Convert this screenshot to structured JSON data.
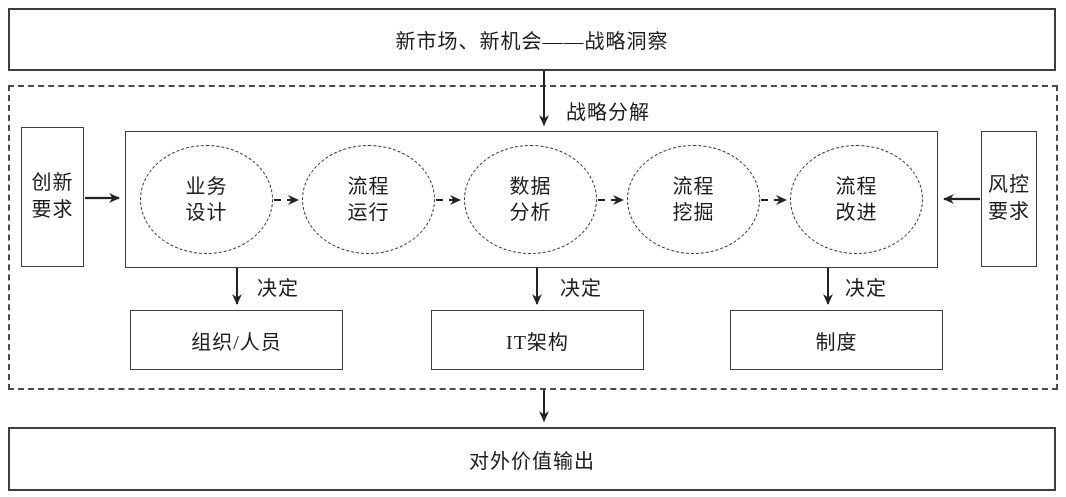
{
  "diagram": {
    "top_box": {
      "label": "新市场、新机会——战略洞察"
    },
    "strategy": {
      "label": "战略分解",
      "innovation_box": {
        "line1": "创新",
        "line2": "要求"
      },
      "risk_box": {
        "line1": "风控",
        "line2": "要求"
      },
      "process_ellipses": [
        {
          "line1": "业务",
          "line2": "设计"
        },
        {
          "line1": "流程",
          "line2": "运行"
        },
        {
          "line1": "数据",
          "line2": "分析"
        },
        {
          "line1": "流程",
          "line2": "挖掘"
        },
        {
          "line1": "流程",
          "line2": "改进"
        }
      ],
      "decide_labels": [
        {
          "label": "决定"
        },
        {
          "label": "决定"
        },
        {
          "label": "决定"
        }
      ],
      "outcome_boxes": [
        {
          "label": "组织/人员"
        },
        {
          "label": "IT架构"
        },
        {
          "label": "制度"
        }
      ]
    },
    "bottom_box": {
      "label": "对外价值输出"
    }
  },
  "colors": {
    "line": "#222222",
    "border": "#3e3e3e",
    "background": "#ffffff"
  }
}
